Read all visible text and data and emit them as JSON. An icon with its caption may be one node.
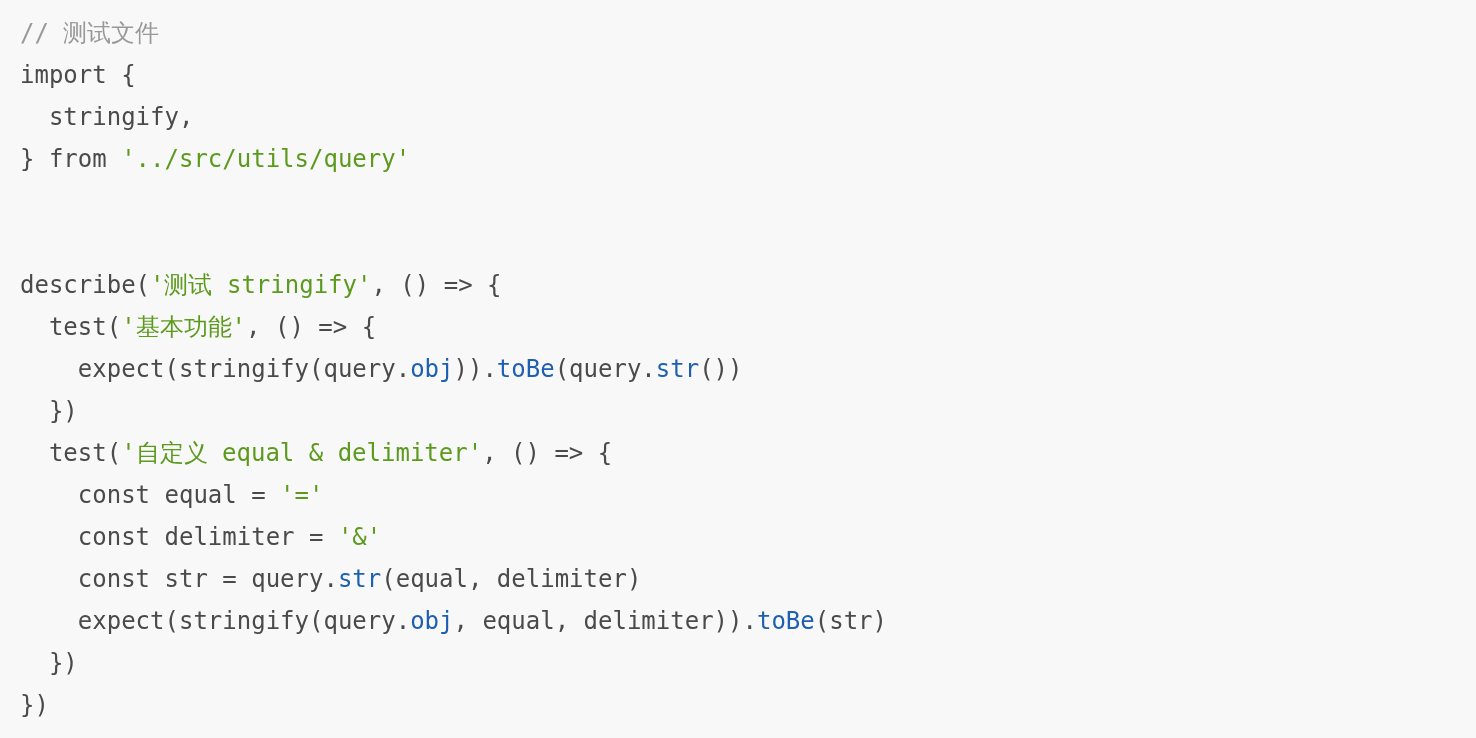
{
  "diagram": {
    "labels": [
      "// 测试文件",
      "import {",
      "  stringify,",
      "} from '../src/utils/query'",
      "describe('测试 stringify', () => {",
      "  test('基本功能', () => {",
      "    expect(stringify(query.obj)).toBe(query.str())",
      "  })",
      "  test('自定义 equal & delimiter', () => {",
      "    const equal = '='",
      "    const delimiter = '&'",
      "    const str = query.str(equal, delimiter)",
      "    expect(stringify(query.obj, equal, delimiter)).toBe(str)",
      "  })",
      "})"
    ]
  }
}
